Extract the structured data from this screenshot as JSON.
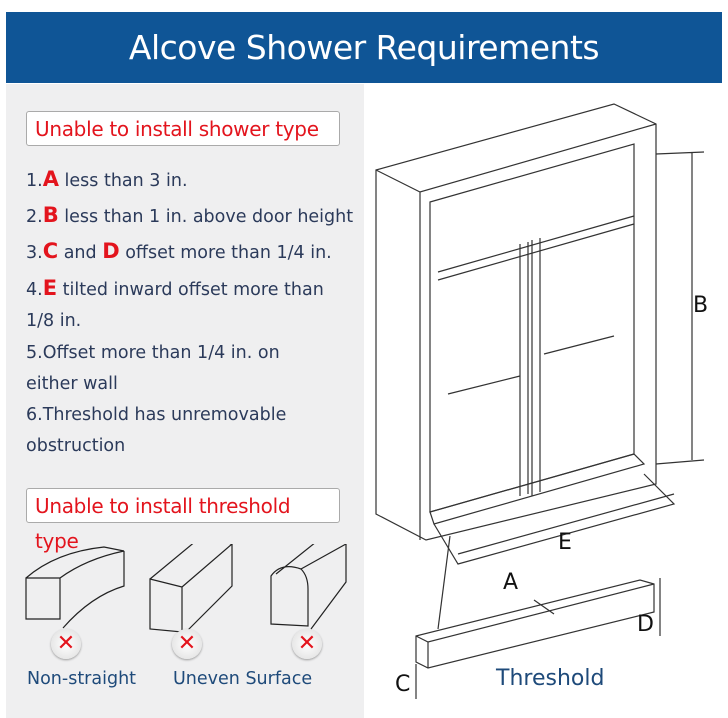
{
  "title": "Alcove Shower Requirements",
  "shower_box": "Unable to install shower type",
  "items": [
    {
      "num": "1.",
      "letter": "A",
      "text": " less than 3 in."
    },
    {
      "num": "2.",
      "letter": "B",
      "text": " less than 1 in. above door height"
    },
    {
      "num": "3.",
      "letter": "C",
      "mid": " and ",
      "letter2": "D",
      "text": " offset more than 1/4 in."
    },
    {
      "num": "4.",
      "letter": "E",
      "text": " tilted inward offset more than 1/8 in."
    },
    {
      "text": "5.Offset more than 1/4 in. on either wall"
    },
    {
      "text": "6.Threshold has unremovable obstruction"
    }
  ],
  "threshold_box": "Unable to install threshold type",
  "threshold_types": [
    "Non-straight",
    "Uneven Surface",
    ""
  ],
  "diagram": {
    "labels": {
      "A": "A",
      "B": "B",
      "C": "C",
      "D": "D",
      "E": "E"
    },
    "threshold": "Threshold"
  }
}
